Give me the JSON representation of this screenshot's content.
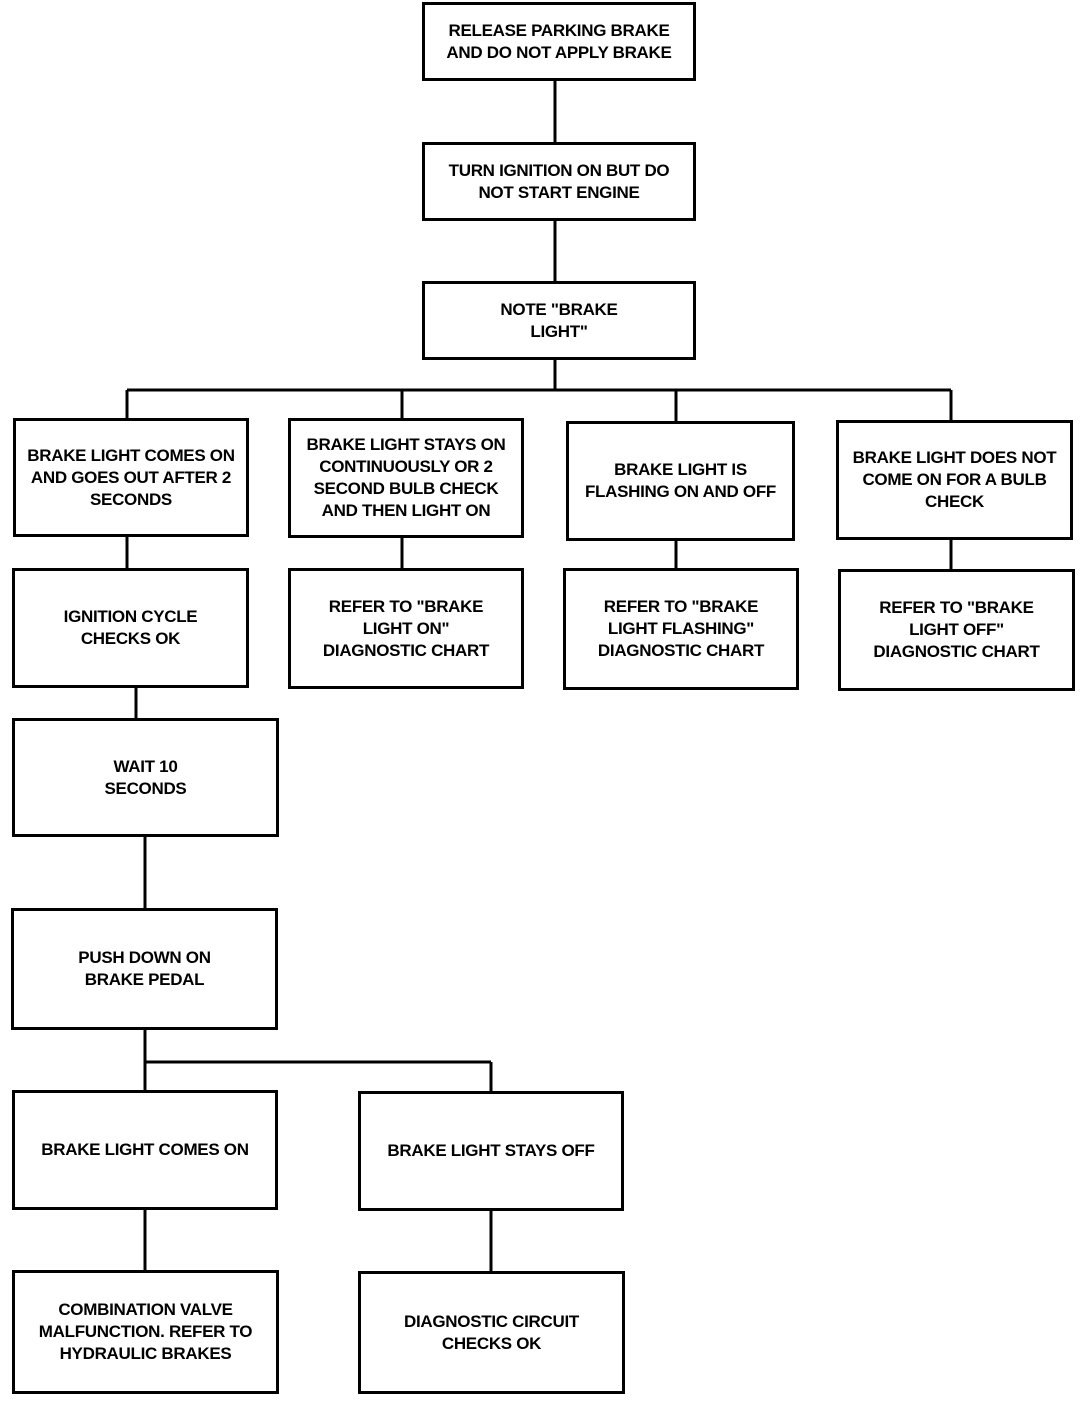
{
  "flowchart": {
    "step1": "RELEASE PARKING BRAKE\nAND DO NOT APPLY BRAKE",
    "step2": "TURN IGNITION ON BUT DO\nNOT START ENGINE",
    "step3": "NOTE \"BRAKE\nLIGHT\"",
    "branch_a": "BRAKE LIGHT COMES ON\nAND GOES OUT AFTER 2\nSECONDS",
    "branch_b": "BRAKE LIGHT STAYS ON\nCONTINUOUSLY OR 2\nSECOND BULB CHECK\nAND THEN LIGHT ON",
    "branch_c": "BRAKE LIGHT IS\nFLASHING ON AND OFF",
    "branch_d": "BRAKE LIGHT DOES NOT\nCOME ON FOR A BULB\nCHECK",
    "result_a": "IGNITION CYCLE\nCHECKS OK",
    "result_b": "REFER TO \"BRAKE\nLIGHT ON\"\nDIAGNOSTIC CHART",
    "result_c": "REFER TO \"BRAKE\nLIGHT FLASHING\"\nDIAGNOSTIC CHART",
    "result_d": "REFER TO \"BRAKE\nLIGHT OFF\"\nDIAGNOSTIC CHART",
    "wait": "WAIT 10\nSECONDS",
    "push": "PUSH DOWN ON\nBRAKE PEDAL",
    "pedal_on": "BRAKE LIGHT COMES ON",
    "pedal_off": "BRAKE LIGHT STAYS OFF",
    "final_on": "COMBINATION VALVE\nMALFUNCTION. REFER TO\nHYDRAULIC BRAKES",
    "final_off": "DIAGNOSTIC CIRCUIT\nCHECKS OK"
  }
}
